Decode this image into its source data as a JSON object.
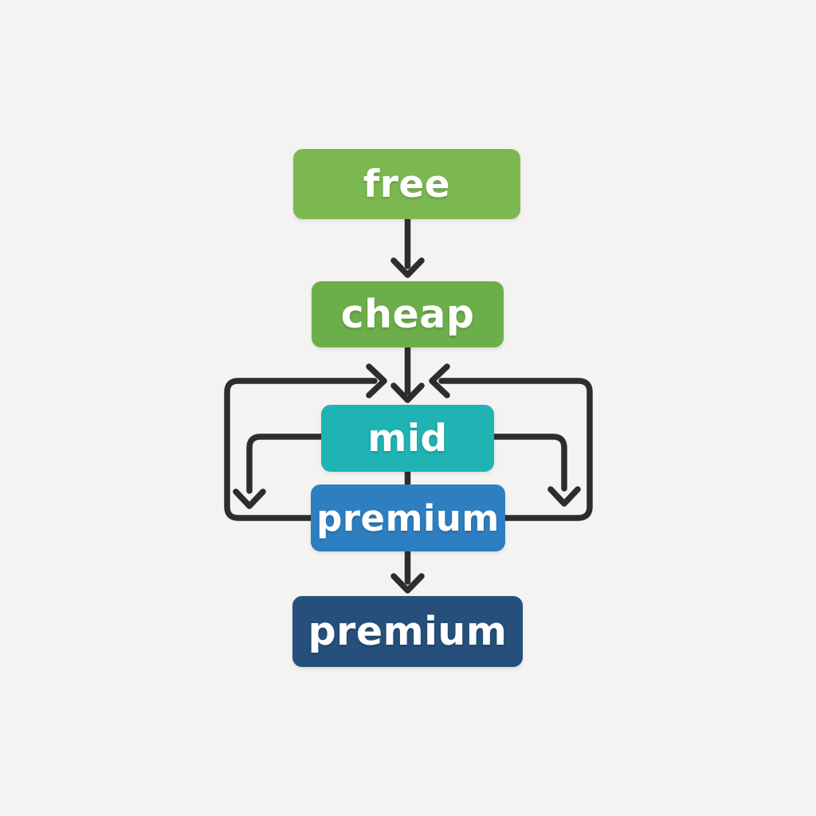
{
  "diagram": {
    "type": "flowchart",
    "background": "#f4f3f1",
    "connector_color": "#2d2d2d",
    "label_color": "#ffffff",
    "nodes": [
      {
        "id": "free",
        "label": "free",
        "color": "#7cb850"
      },
      {
        "id": "cheap",
        "label": "cheap",
        "color": "#6caf4a"
      },
      {
        "id": "mid",
        "label": "mid",
        "color": "#1fb3b4"
      },
      {
        "id": "premium_mid",
        "label": "premium",
        "color": "#2d7fc1"
      },
      {
        "id": "premium_bottom",
        "label": "premium",
        "color": "#26507b"
      }
    ],
    "edges": [
      {
        "from": "free",
        "to": "cheap",
        "style": "arrow-down"
      },
      {
        "from": "cheap",
        "to": "mid",
        "style": "arrow-down"
      },
      {
        "from": "mid",
        "to": "premium_mid",
        "style": "plain-line"
      },
      {
        "from": "premium_mid",
        "to": "premium_bottom",
        "style": "arrow-down"
      },
      {
        "from": "premium_mid",
        "to": "mid",
        "style": "outer-feedback-loop-left"
      },
      {
        "from": "premium_mid",
        "to": "mid",
        "style": "outer-feedback-loop-right"
      },
      {
        "from": "mid",
        "to": "premium_mid",
        "style": "side-branch-down-left"
      },
      {
        "from": "mid",
        "to": "premium_mid",
        "style": "side-branch-down-right"
      }
    ]
  }
}
